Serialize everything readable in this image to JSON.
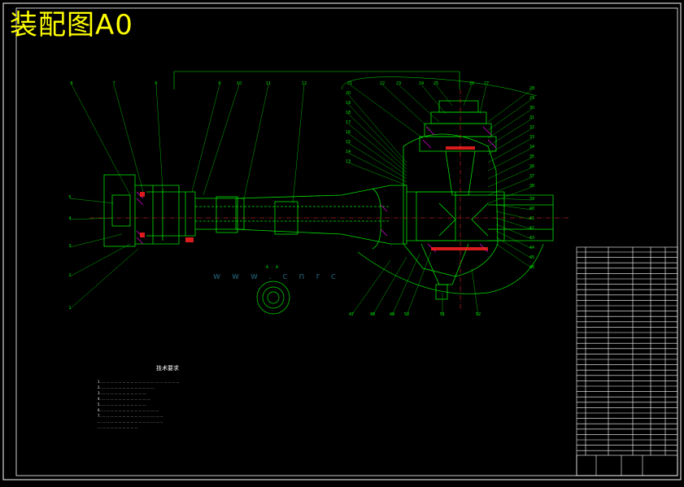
{
  "title": "装配图A0",
  "section_label": "A - A",
  "notes_heading": "技术要求",
  "notes": [
    "1. ... ... ... ... ... ... ... ... ... ... ... ... ... ... ... ... ... ... ...",
    "2. ... ... ... ... ... ... ... ... ... ... ... ... ...",
    "3. ... ... ... ... ... ... ... ... ... ... ...",
    "4. ... ... ... ... ... ... ... ... ... ... ... ...",
    "5. ... ... ... ... ... ... ... ... ... ... ...",
    "6. ... ... ... ... ... ... ... ... ... ... ... ... ... ...",
    "7. ... ... ... ... ... ... ... ... ... ... ... ... ... ... ...",
    "... ... ... ... ... ... ... ... ... ... ... ... ... ... ... ...",
    "... ... ... ... ... ... ... ... ... ..."
  ],
  "watermark": "www.cnrc",
  "colors": {
    "background": "#000000",
    "frame": "#ffffff",
    "title": "#ffff00",
    "geometry": "#00e000",
    "section": "#ff00ff",
    "centerline": "#ff3333",
    "watermark": "#2a6f88"
  },
  "balloons_left_top": [
    "8",
    "7",
    "6",
    "9",
    "10",
    "11",
    "12"
  ],
  "balloons_right_top": [
    "21",
    "22",
    "23",
    "24",
    "25",
    "26",
    "27"
  ],
  "balloons_right_side": [
    "28",
    "29",
    "30",
    "31",
    "32",
    "33",
    "34",
    "35",
    "36",
    "37",
    "38"
  ],
  "balloons_left_side": [
    "5",
    "4",
    "3",
    "2",
    "1"
  ],
  "balloons_right_bottom": [
    "46",
    "45",
    "44",
    "43",
    "42",
    "41",
    "40",
    "39"
  ],
  "balloons_mid_left": [
    "20",
    "19",
    "18",
    "17",
    "16",
    "15",
    "14",
    "13"
  ],
  "balloons_bottom": [
    "47",
    "48",
    "49",
    "50",
    "51",
    "52"
  ]
}
